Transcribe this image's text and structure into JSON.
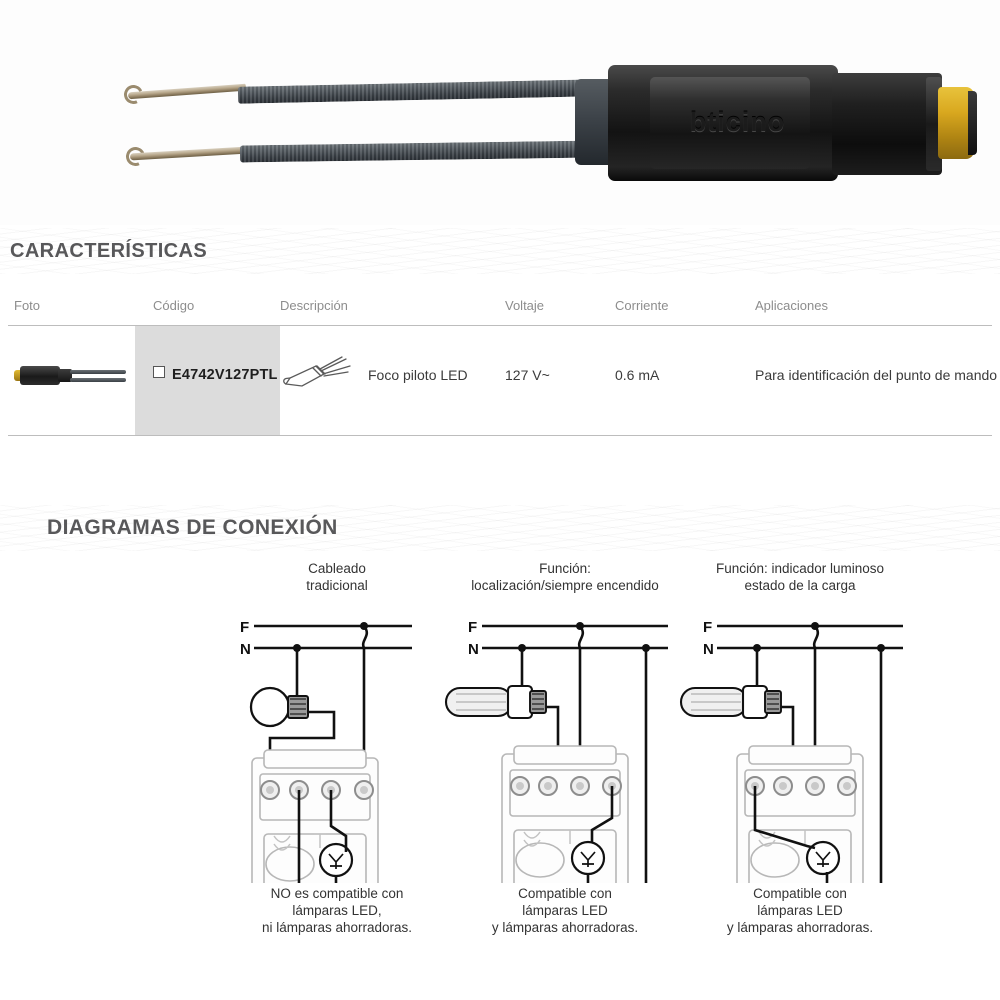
{
  "product": {
    "brand_emboss": "bticino",
    "photo_alt": "pilot-lamp-product-photo"
  },
  "sections": {
    "features_title": "CARACTERÍSTICAS",
    "diagrams_title": "DIAGRAMAS DE CONEXIÓN"
  },
  "table": {
    "headers": [
      "Foto",
      "Código",
      "Descripción",
      "Voltaje",
      "Corriente",
      "Aplicaciones"
    ],
    "rows": [
      {
        "foto": "product-thumbnail",
        "codigo": "E4742V127PTL",
        "descripcion": "Foco piloto LED",
        "voltaje": "127 V~",
        "corriente": "0.6 mA",
        "aplicaciones": "Para identificación del punto de mando"
      }
    ],
    "highlight_color": "#dcdcdc"
  },
  "diagrams": [
    {
      "id": "cableado-tradicional",
      "caption_top": [
        "Cableado",
        "tradicional"
      ],
      "caption_bottom": [
        "NO es compatible con",
        "lámparas LED,",
        "ni lámparas ahorradoras."
      ],
      "line_labels": {
        "live": "F",
        "neutral": "N"
      },
      "lamp_type": "incandescent-bulb"
    },
    {
      "id": "localizacion-siempre-encendido",
      "caption_top": [
        "Función:",
        "localización/siempre encendido"
      ],
      "caption_bottom": [
        "Compatible con",
        "lámparas LED",
        "y lámparas ahorradoras."
      ],
      "line_labels": {
        "live": "F",
        "neutral": "N"
      },
      "lamp_type": "cfl-lamp"
    },
    {
      "id": "indicador-luminoso-estado-carga",
      "caption_top": [
        "Función: indicador luminoso",
        "estado de la carga"
      ],
      "caption_bottom": [
        "Compatible con",
        "lámparas LED",
        "y lámparas ahorradoras."
      ],
      "line_labels": {
        "live": "F",
        "neutral": "N"
      },
      "lamp_type": "cfl-lamp"
    }
  ],
  "colors": {
    "heading": "#58585a",
    "header_text": "#8d8d8d",
    "body_text": "#3b3b3b",
    "rule": "#bdbdbd",
    "lens_yellow": "#d9a81f",
    "wire_black": "#1a1a1a"
  }
}
